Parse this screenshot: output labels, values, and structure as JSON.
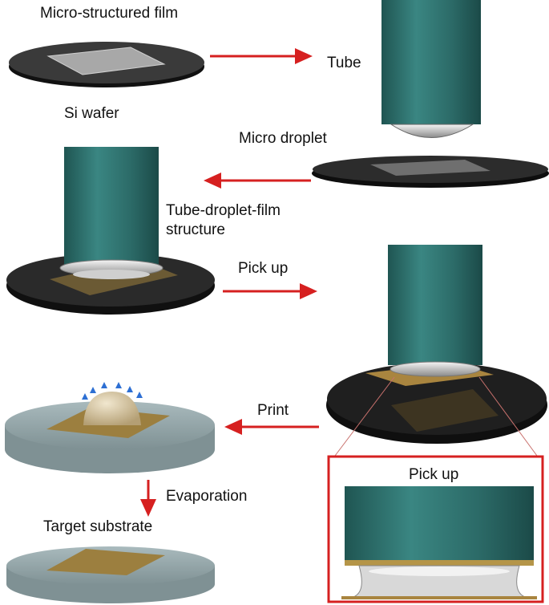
{
  "labels": {
    "micro_structured_film": "Micro-structured film",
    "si_wafer": "Si wafer",
    "tube": "Tube",
    "micro_droplet": "Micro droplet",
    "tube_droplet_film_1": "Tube-droplet-film",
    "tube_droplet_film_2": "structure",
    "pick_up": "Pick up",
    "print": "Print",
    "evaporation": "Evaporation",
    "target_substrate": "Target substrate",
    "inset_pick_up": "Pick up"
  },
  "colors": {
    "arrow": "#d62020",
    "tube": "#2f6f6c",
    "wafer": "#1a1a1a",
    "film_gray": "#8e8e8e",
    "film_gold": "#a9853f",
    "substrate": "#93a5a8",
    "inset_border": "#d62020",
    "evap_dots": "#2d6fd3"
  }
}
